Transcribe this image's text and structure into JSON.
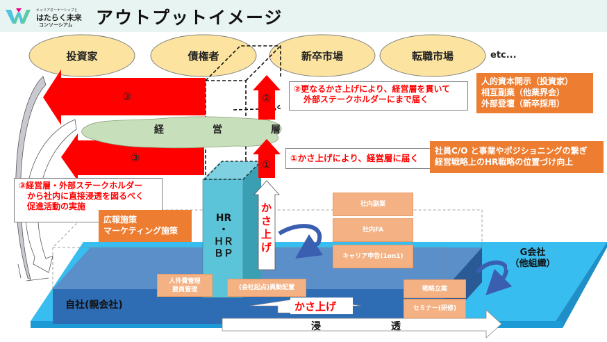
{
  "header": {
    "logo": {
      "tagline": "キャリアオーナーシップと",
      "name": "はたらく未来",
      "sub": "コンソーシアム"
    },
    "title": "アウトプットイメージ"
  },
  "stakeholders": [
    {
      "label": "投資家"
    },
    {
      "label": "債権者"
    },
    {
      "label": "新卒市場"
    },
    {
      "label": "転職市場"
    }
  ],
  "stakeholders_etc": "etc...",
  "management_layer": {
    "chars": [
      "経",
      "営",
      "層"
    ]
  },
  "arrows": {
    "left_top_label": "③",
    "left_bottom_label": "③",
    "up_upper_label": "②",
    "up_lower_label": "①",
    "lift_vertical_label": "かさ上げ",
    "lift_horizontal_label": "かさ上げ",
    "permeation_label_1": "浸",
    "permeation_label_2": "透"
  },
  "callouts": {
    "step2": [
      "②更なるかさ上げにより、経営層を貫いて",
      "外部ステークホルダーにまで届く"
    ],
    "step1": "①かさ上げにより、経営層に届く",
    "step3": [
      "③経営層・外部ステークホルダー",
      "から社内に直接浸透を図るべく",
      "促進活動の実施"
    ]
  },
  "orange_boxes": {
    "external": [
      "人的資本開示（投資家）",
      "相互副業（他業界会）",
      "外部登壇（新卒採用）"
    ],
    "strategy": [
      "社員C/O と事業やポジショニングの繋ぎ",
      "経営戦略上のHR戦略の位置づけ向上"
    ],
    "pr": [
      "広報施策",
      "マーケティング施策"
    ]
  },
  "hr_pillar": {
    "lines": [
      "HR",
      "・",
      "ＨＲ",
      "ＢＰ"
    ]
  },
  "initiatives": [
    {
      "label": "社内副業"
    },
    {
      "label": "社内FA"
    },
    {
      "label": "キャリア申告(1on1)"
    },
    {
      "label": "人件費管理\n要員管理"
    },
    {
      "label": "(会社起点)異動配置"
    },
    {
      "label": "戦略立案"
    },
    {
      "label": "セミナー(研修)"
    }
  ],
  "companies": {
    "own": "自社(親会社)",
    "group_line1": "G会社",
    "group_line2": "（他組織）"
  },
  "colors": {
    "header_bg": "#e8f4f1",
    "ellipse_fill": "#fce4a0",
    "red_arrow": "#ff0000",
    "cloud_fill": "#c8dfbb",
    "pillar_front": "#5bc4d8",
    "platform_light": "#38bdf0",
    "block_blue": "#2e6db4",
    "orange": "#ed7d31",
    "peach": "#f4b183"
  }
}
